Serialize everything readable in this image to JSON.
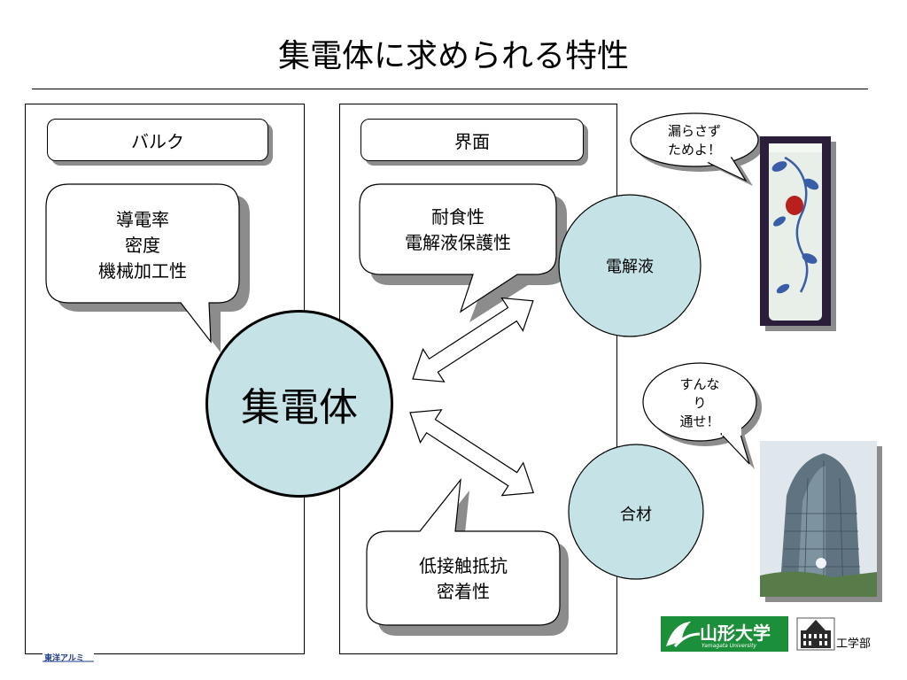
{
  "slide": {
    "title": "集電体に求められる特性"
  },
  "bulk_panel": {
    "header": "バルク",
    "bubble_text": "導電率\n密度\n機械加工性"
  },
  "interface_panel": {
    "header": "界面",
    "top_bubble_text": "耐食性\n電解液保護性",
    "bottom_bubble_text": "低接触抵抗\n密着性"
  },
  "center": {
    "label": "集電体"
  },
  "nodes": {
    "electrolyte": "電解液",
    "composite": "合材"
  },
  "callouts": {
    "vase": "漏らさず\nためよ！",
    "building": "すんな\nり\n通せ！"
  },
  "footer": {
    "university_logo": "山形大学",
    "university_sub": "Yamagata University",
    "department": "工学部",
    "maker_logo": "東洋アルミ"
  },
  "colors": {
    "circle_fill": "#c5e3e6",
    "shadow": "#8c8c8c",
    "logo_green": "#1c8f3a"
  }
}
